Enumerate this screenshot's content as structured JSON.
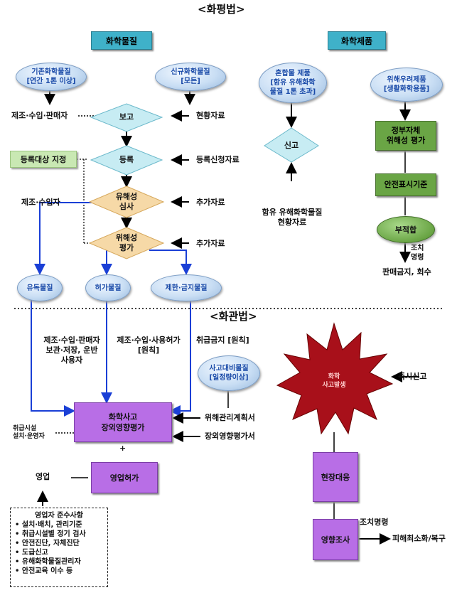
{
  "titles": {
    "top": "<화평법>",
    "bottom": "<화관법>"
  },
  "headers": {
    "chemicals": "화학물질",
    "products": "화학제품"
  },
  "ovals": {
    "existing_chem": [
      "기존화학물질",
      "[연간 1톤 이상]"
    ],
    "new_chem": [
      "신규화학물질",
      "[모든]"
    ],
    "mixture": [
      "혼합물 제품",
      "[함유 유해화학",
      "물질 1톤 초과]"
    ],
    "risk_product": [
      "위해우려제품",
      "[생활화학용품]"
    ],
    "toxic": "유독물질",
    "permit": "허가물질",
    "restricted": "제한·금지물질",
    "accident_prep": [
      "사고대비물질",
      "[일정량이상]"
    ]
  },
  "diamonds": {
    "report": "보고",
    "register": "등록",
    "hazard_review": [
      "유해성",
      "심사"
    ],
    "risk_assess": [
      "위해성",
      "평가"
    ],
    "declare": "신고"
  },
  "labels": {
    "mfr_import_seller": "제조·수입·판매자",
    "status_data": "현황자료",
    "registration_target": "등록대상 지정",
    "registration_request": "등록신청자료",
    "mfr_importer": "제조·수입자",
    "extra_data_1": "추가자료",
    "extra_data_2": "추가자료",
    "contained_status": [
      "함유 유해화학물질",
      "현황자료"
    ],
    "gov_risk_eval": [
      "정부자체",
      "위해성 평가"
    ],
    "safety_label_std": "안전표시기준",
    "unsuitable": "부적합",
    "measure_order": [
      "조치",
      "명령"
    ],
    "sale_ban": "판매금지, 회수",
    "toxic_handlers": [
      "제조·수입·판매자",
      "보관·저장, 운반",
      "사용자"
    ],
    "permit_use": [
      "제조·수입·사용허가",
      "[원칙]"
    ],
    "ban_handling": "취급금지 [원칙]",
    "accident_assessment": [
      "화학사고",
      "장외영향평가"
    ],
    "facility_operator": [
      "취급시설",
      "설치·운영자"
    ],
    "risk_plan": "위해관리계획서",
    "offsite_impact": "장외영향평가서",
    "plus": "+",
    "business": "영업",
    "business_permit": "영업허가",
    "chem_accident": [
      "화학",
      "사고발생"
    ],
    "immediate_report": "즉시신고",
    "onsite_response": "현장대응",
    "measure_order2": "조치명령",
    "impact_survey": "영향조사",
    "damage_recovery": "피해최소화/복구",
    "compliance_title": "영업자 준수사항",
    "compliance_items": [
      "설치·배치, 관리기준",
      "취급시설별 정기 검사",
      "안전진단, 자체진단",
      "도급신고",
      "유해화학물질관리자",
      "안전교육 이수 등"
    ]
  },
  "colors": {
    "teal": "#3fb1c9",
    "green": "#6aa545",
    "purple": "#b86ee6",
    "arrow_blue": "#1a3fd6",
    "accident_red": "#a8101a",
    "oval_text": "#1a4aa8"
  }
}
